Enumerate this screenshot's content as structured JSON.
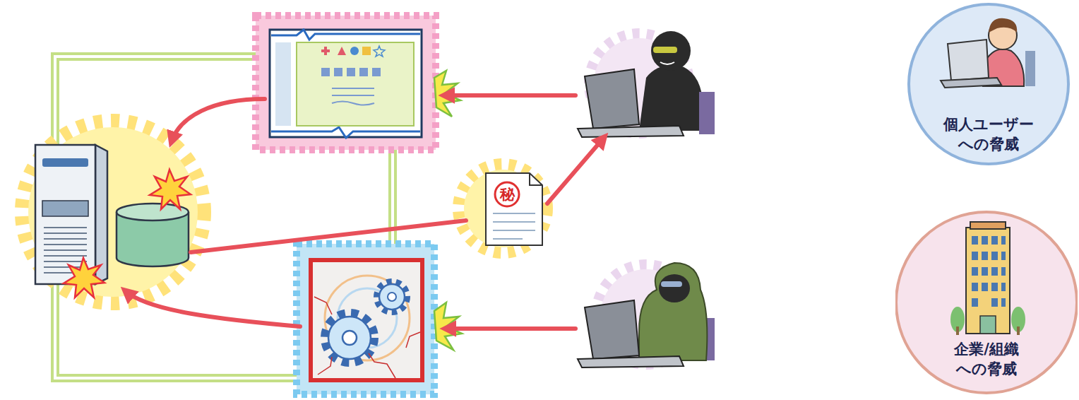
{
  "diagram": {
    "nodes": [
      {
        "text": [
          "個人ユーザー への脅威"
        ]
      },
      {
        "text": [
          "企業/組織 への脅威"
        ]
      }
    ],
    "labels": [
      "秘"
    ]
  }
}
